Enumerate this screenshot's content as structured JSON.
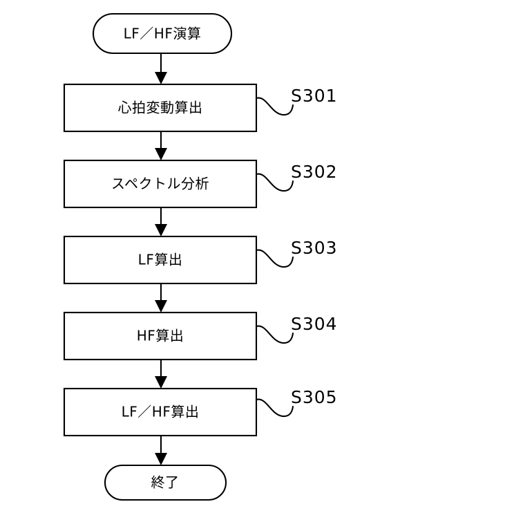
{
  "figure": {
    "type": "flowchart",
    "orientation": "vertical",
    "background_color": "#ffffff",
    "line_color": "#000000",
    "start": {
      "shape": "stadium",
      "label": "LF／HF演算"
    },
    "end": {
      "shape": "stadium",
      "label": "終了"
    },
    "steps": [
      {
        "shape": "rectangle",
        "label": "心拍変動算出",
        "step_id": "S301"
      },
      {
        "shape": "rectangle",
        "label": "スペクトル分析",
        "step_id": "S302"
      },
      {
        "shape": "rectangle",
        "label": "LF算出",
        "step_id": "S303"
      },
      {
        "shape": "rectangle",
        "label": "HF算出",
        "step_id": "S304"
      },
      {
        "shape": "rectangle",
        "label": "LF／HF算出",
        "step_id": "S305"
      }
    ],
    "connectors": [
      {
        "from": "start",
        "to": "S301",
        "arrow": "down"
      },
      {
        "from": "S301",
        "to": "S302",
        "arrow": "down"
      },
      {
        "from": "S302",
        "to": "S303",
        "arrow": "down"
      },
      {
        "from": "S303",
        "to": "S304",
        "arrow": "down"
      },
      {
        "from": "S304",
        "to": "S305",
        "arrow": "down"
      },
      {
        "from": "S305",
        "to": "end",
        "arrow": "down"
      }
    ]
  }
}
